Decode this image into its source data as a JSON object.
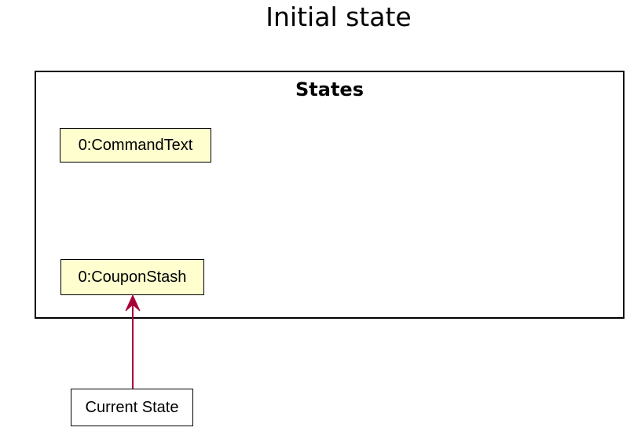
{
  "title": "Initial state",
  "package": {
    "label": "States"
  },
  "objects": [
    {
      "label": "0:CommandText"
    },
    {
      "label": "0:CouponStash"
    }
  ],
  "pointer": {
    "label": "Current State",
    "target": "0:CouponStash",
    "color": "#a80036"
  },
  "colors": {
    "object_fill": "#fefece",
    "border": "#000000",
    "pointer_fill": "#ffffff"
  }
}
